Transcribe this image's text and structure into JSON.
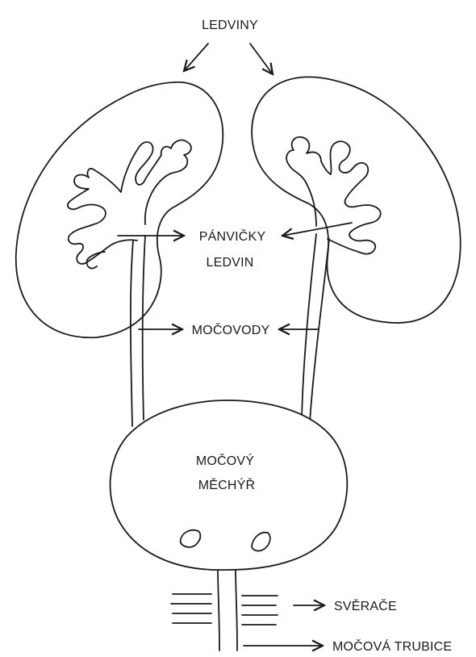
{
  "labels": {
    "kidneys": "LEDVINY",
    "renal_pelvis_line1": "PÁNVIČKY",
    "renal_pelvis_line2": "LEDVIN",
    "ureters": "MOČOVODY",
    "bladder_line1": "MOČOVÝ",
    "bladder_line2": "MĚCHÝŘ",
    "sphincters": "SVĚRAČE",
    "urethra": "MOČOVÁ TRUBICE"
  }
}
